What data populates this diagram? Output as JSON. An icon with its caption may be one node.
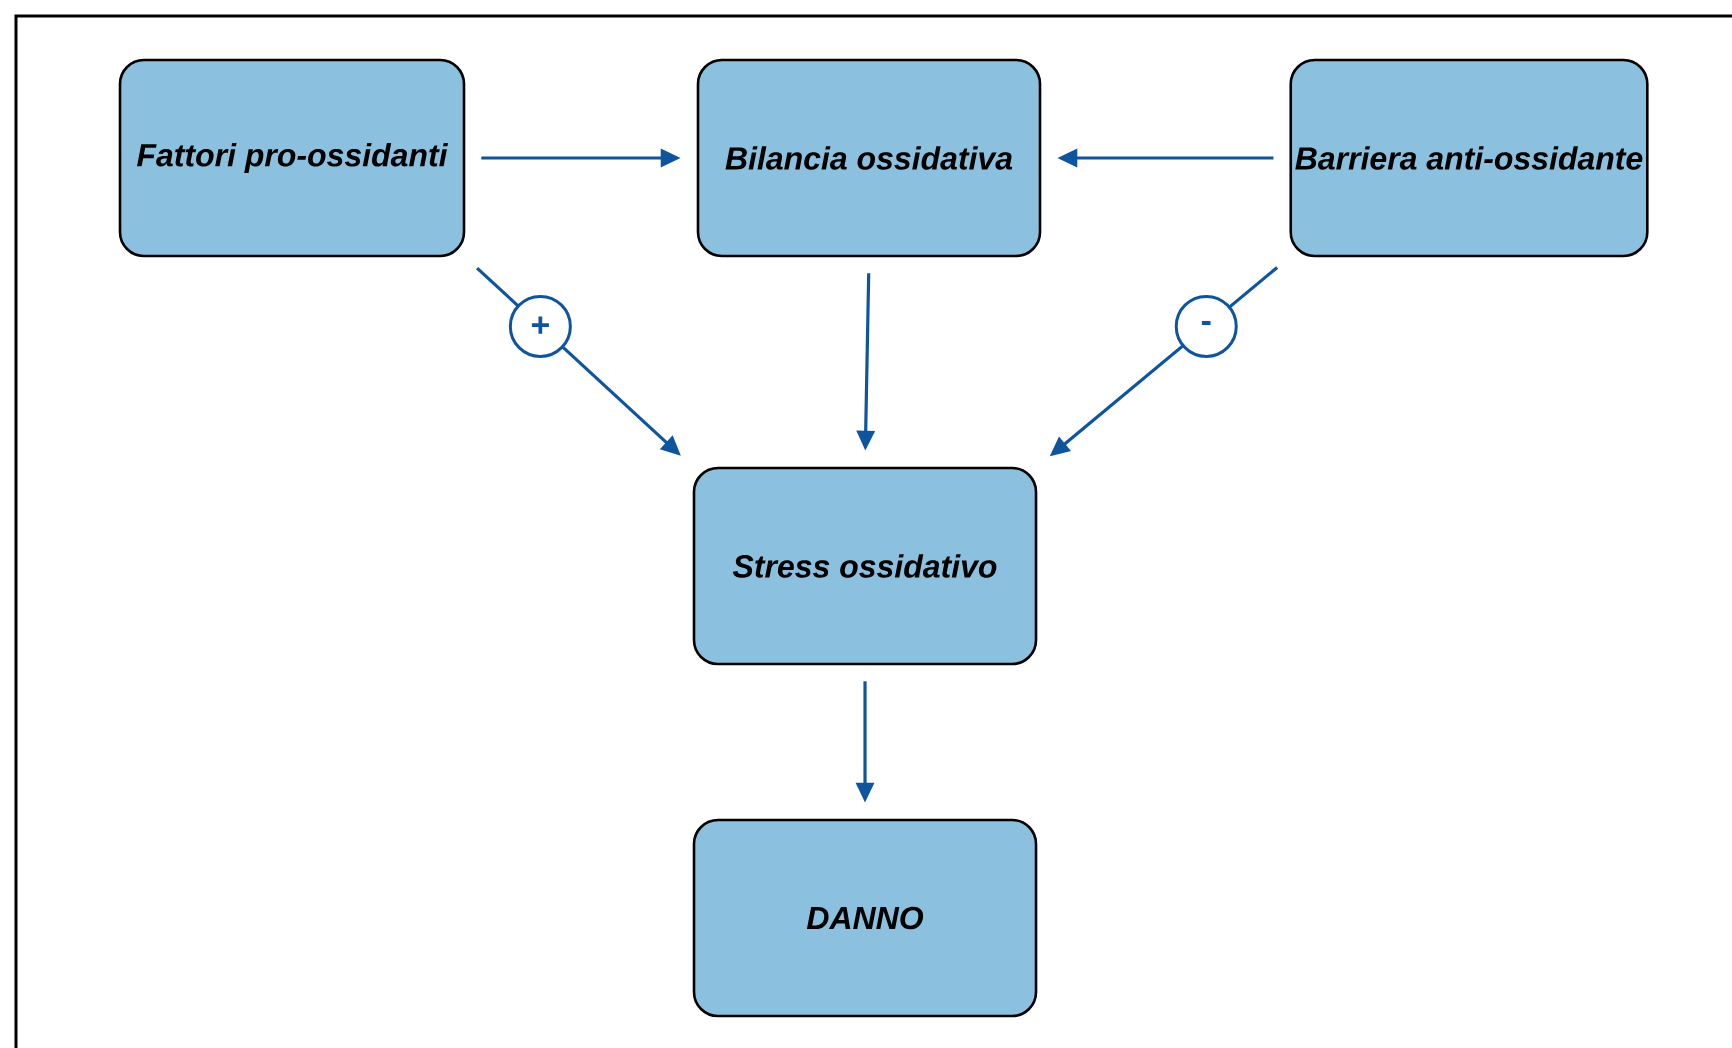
{
  "diagram": {
    "nodes": [
      {
        "text": [
          "Fattori pro-ossidanti"
        ]
      },
      {
        "text": [
          "Bilancia ossidativa"
        ]
      },
      {
        "text": [
          "Barriera anti-ossidante"
        ]
      },
      {
        "text": [
          "Stress ossidativo"
        ]
      },
      {
        "text": [
          "DANNO"
        ]
      }
    ],
    "edges": [
      {
        "from": 0,
        "to": 1,
        "arrow": "to"
      },
      {
        "from": 2,
        "to": 1,
        "arrow": "to"
      },
      {
        "from": 0,
        "to": 3,
        "arrow": "to",
        "label": "+"
      },
      {
        "from": 1,
        "to": 3,
        "arrow": "to"
      },
      {
        "from": 2,
        "to": 3,
        "arrow": "to",
        "label": "-"
      },
      {
        "from": 3,
        "to": 4,
        "arrow": "to"
      }
    ]
  }
}
